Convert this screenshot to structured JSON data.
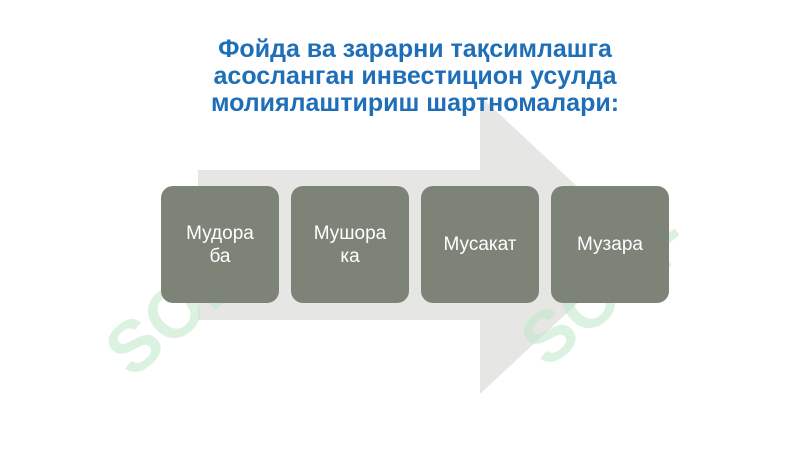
{
  "title": {
    "line1": "Фойда ва зарарни тақсимлашга",
    "line2": "асосланган инвестицион усулда",
    "line3": "молиялаштириш шартномалари:"
  },
  "boxes": [
    {
      "line1": "Мудора",
      "line2": "ба"
    },
    {
      "line1": "Мушора",
      "line2": "ка"
    },
    {
      "line1": "Мусакат",
      "line2": ""
    },
    {
      "line1": "Музара",
      "line2": ""
    }
  ],
  "watermark": {
    "text": "SOFF"
  },
  "colors": {
    "title": "#1f6fb8",
    "box": "#7e8378",
    "box_text": "#ffffff",
    "arrow": "#e6e7e5",
    "watermark": "#bfe8c8"
  }
}
